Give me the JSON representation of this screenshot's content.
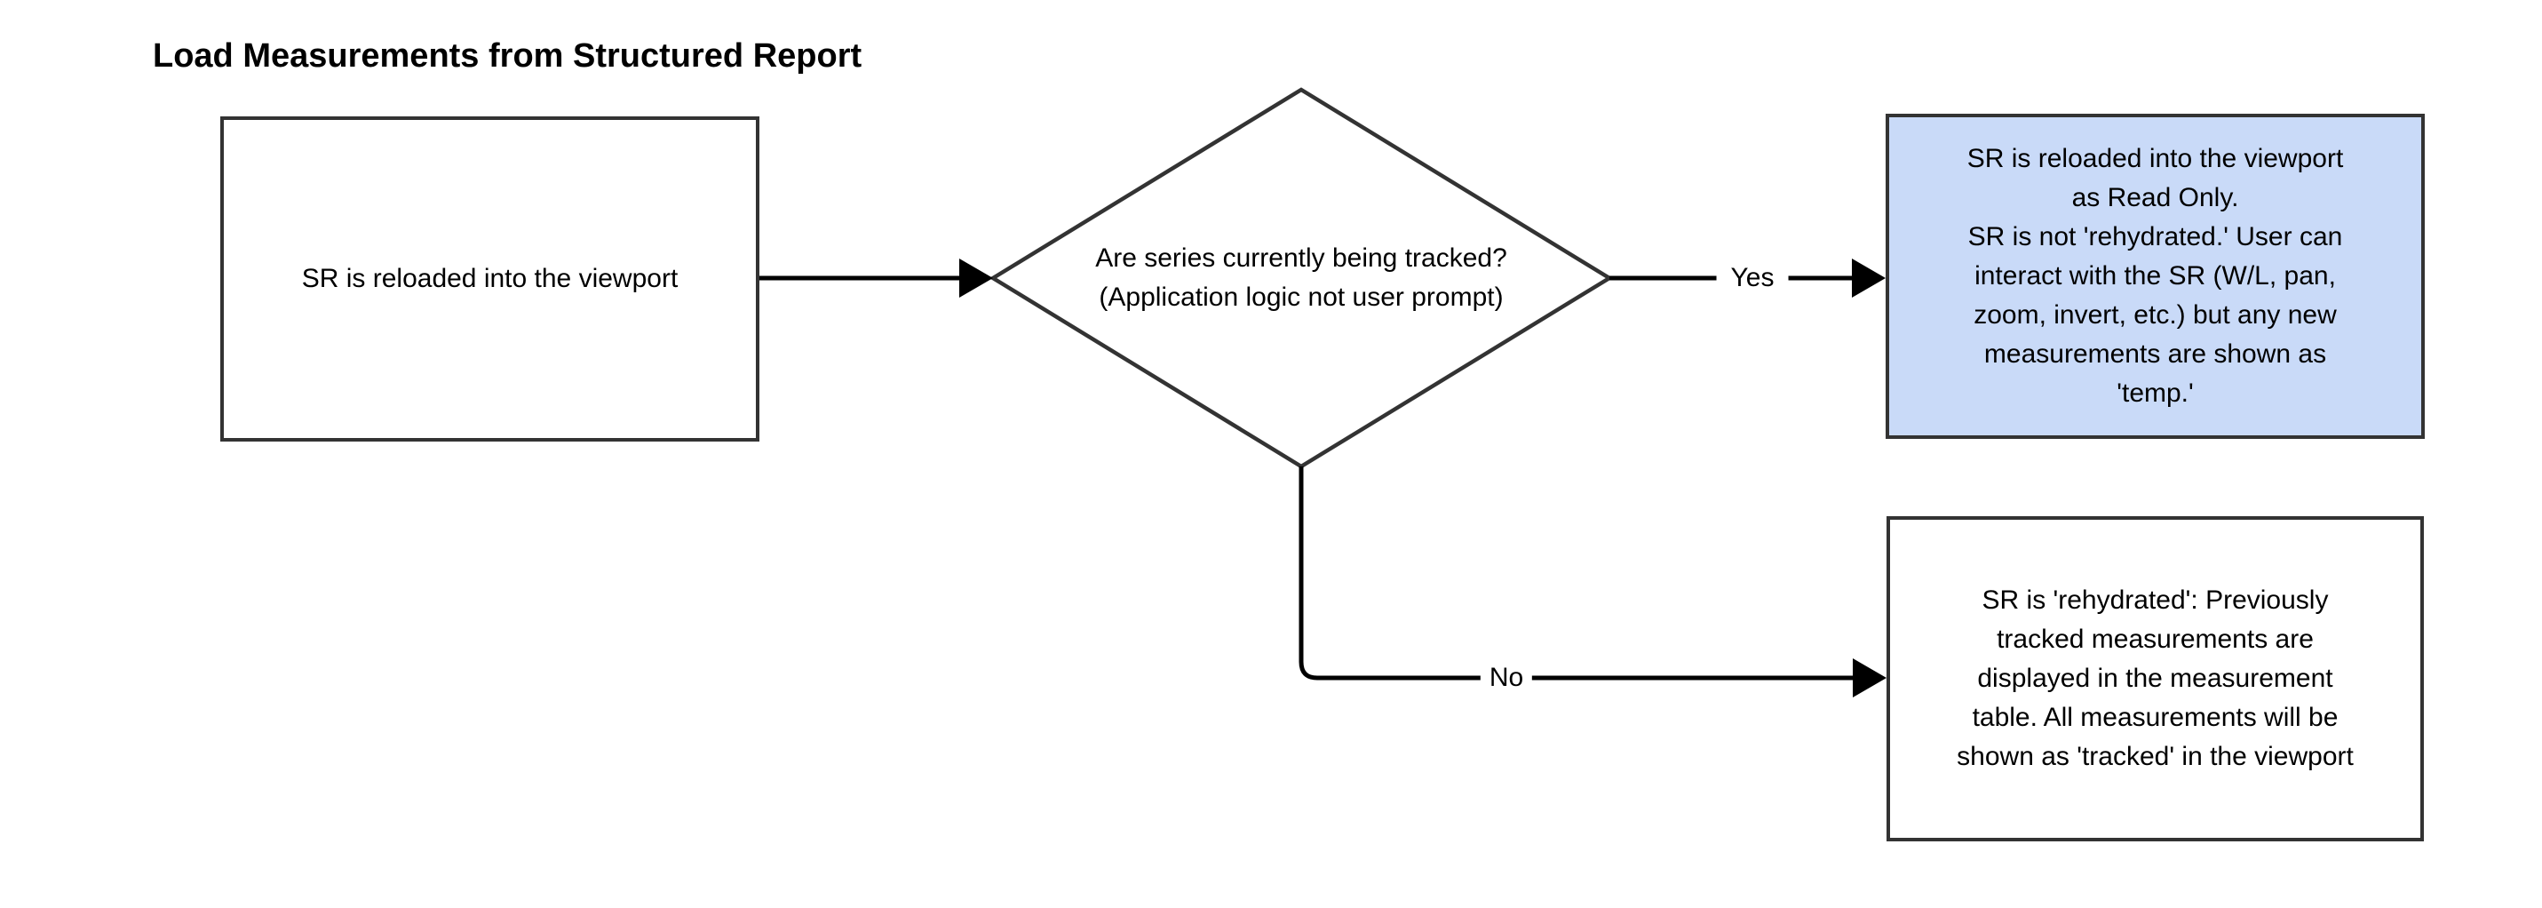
{
  "title": "Load Measurements from Structured Report",
  "colors": {
    "background": "#ffffff",
    "node_border": "#333333",
    "node_fill": "#ffffff",
    "highlight_fill": "#c9daf8",
    "connector": "#000000",
    "text": "#000000"
  },
  "nodes": {
    "start": {
      "type": "process",
      "label": "SR is reloaded into the viewport"
    },
    "decision": {
      "type": "decision",
      "lines": [
        "Are series currently being tracked?",
        "(Application logic not user prompt)"
      ]
    },
    "yes_outcome": {
      "type": "process-highlighted",
      "lines": [
        "SR is reloaded into the viewport",
        "as Read Only.",
        "SR is not 'rehydrated.' User can",
        "interact with the SR (W/L, pan,",
        "zoom, invert, etc.) but any new",
        "measurements are shown as",
        "'temp.'"
      ]
    },
    "no_outcome": {
      "type": "process",
      "lines": [
        "SR is 'rehydrated': Previously",
        "tracked measurements are",
        "displayed in the measurement",
        "table. All measurements will be",
        "shown as 'tracked' in the viewport"
      ]
    }
  },
  "edges": {
    "yes_label": "Yes",
    "no_label": "No"
  }
}
